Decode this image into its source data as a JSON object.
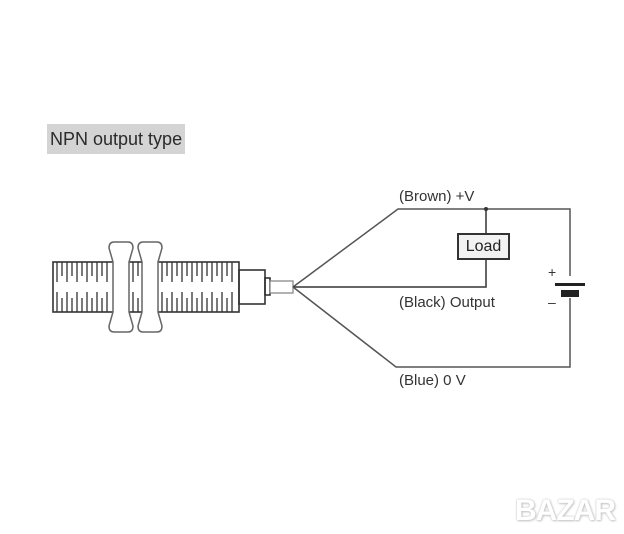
{
  "title": "NPN output type",
  "wires": {
    "brown": "(Brown) +V",
    "black": "(Black) Output",
    "blue": "(Blue) 0 V"
  },
  "load_label": "Load",
  "battery": {
    "plus": "+",
    "minus": "–"
  },
  "watermark": "BAZAR",
  "colors": {
    "line": "#333333",
    "wire_gray": "#707070",
    "title_bg": "#d4d4d4"
  }
}
